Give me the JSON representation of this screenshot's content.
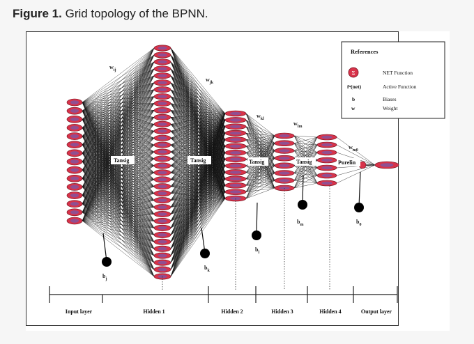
{
  "caption": {
    "figure_label": "Figure 1.",
    "title": "Grid topology of the BPNN."
  },
  "colors": {
    "node": "#d8334a",
    "node_inner": "#5566cc",
    "line": "#111111",
    "background": "#f6f6f6"
  },
  "weights": {
    "w1": {
      "main": "w",
      "sub": "ij"
    },
    "w2": {
      "main": "w",
      "sub": "jk"
    },
    "w3": {
      "main": "w",
      "sub": "kl"
    },
    "w4": {
      "main": "w",
      "sub": "lm"
    },
    "w5": {
      "main": "w",
      "sub": "m0"
    }
  },
  "biases": {
    "b1": {
      "main": "b",
      "sub": "j"
    },
    "b2": {
      "main": "b",
      "sub": "k"
    },
    "b3": {
      "main": "b",
      "sub": "l"
    },
    "b4": {
      "main": "b",
      "sub": "m"
    },
    "b5": {
      "main": "b",
      "sub": "0"
    }
  },
  "activations": {
    "a1": "Tansig",
    "a2": "Tansig",
    "a3": "Tansig",
    "a4": "Tansig",
    "a5": "Purelin"
  },
  "layers": {
    "l1": "Input layer",
    "l2": "Hidden 1",
    "l3": "Hidden 2",
    "l4": "Hidden 3",
    "l5": "Hidden 4",
    "l6": "Output layer"
  },
  "legend": {
    "title": "References",
    "items": [
      {
        "symbol": "",
        "text": "NET Function"
      },
      {
        "symbol": "fⁿ(net)",
        "text": "Active Function"
      },
      {
        "symbol": "b",
        "text": "Biases"
      },
      {
        "symbol": "w",
        "text": "Weight"
      }
    ]
  },
  "network": {
    "counts": [
      15,
      34,
      14,
      8,
      7,
      1
    ]
  }
}
